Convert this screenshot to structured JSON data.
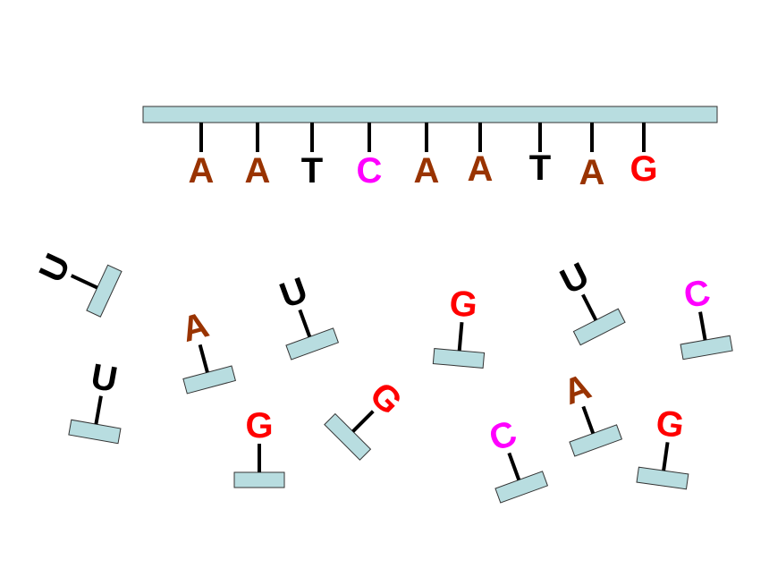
{
  "colors": {
    "A": "#993300",
    "T": "#000000",
    "C": "#ff00ff",
    "G": "#ff0000",
    "U": "#000000",
    "backbone_fill": "#b8dde0",
    "backbone_stroke": "#333333"
  },
  "template_strand": {
    "bases": [
      "A",
      "A",
      "T",
      "C",
      "A",
      "A",
      "T",
      "A",
      "G"
    ]
  },
  "free_nucleotides": [
    {
      "base": "U"
    },
    {
      "base": "A"
    },
    {
      "base": "U"
    },
    {
      "base": "G"
    },
    {
      "base": "U"
    },
    {
      "base": "C"
    },
    {
      "base": "U"
    },
    {
      "base": "G"
    },
    {
      "base": "G"
    },
    {
      "base": "C"
    },
    {
      "base": "A"
    },
    {
      "base": "G"
    }
  ]
}
